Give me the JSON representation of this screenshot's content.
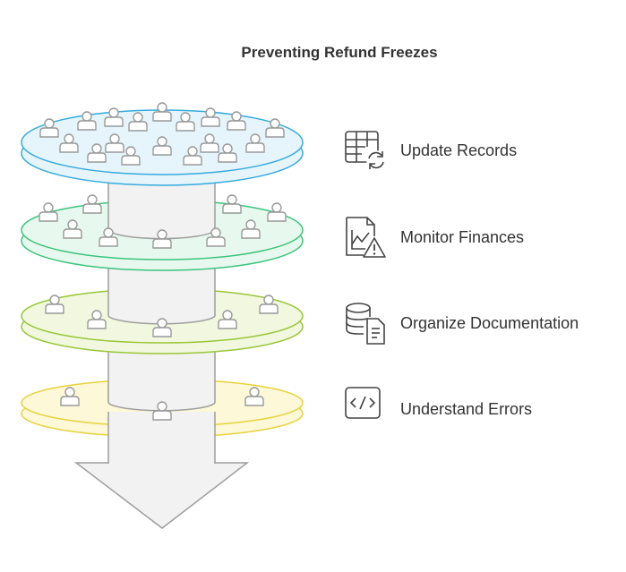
{
  "title": "Preventing Refund Freezes",
  "levels": [
    {
      "label": "Update Records",
      "icon": "table-refresh-icon",
      "color": "#36aadd",
      "fill": "#e6f5fc"
    },
    {
      "label": "Monitor Finances",
      "icon": "chart-warning-icon",
      "color": "#3cc47c",
      "fill": "#e7f8ee"
    },
    {
      "label": "Organize Documentation",
      "icon": "database-document-icon",
      "color": "#9ac63a",
      "fill": "#f1f8df"
    },
    {
      "label": "Understand Errors",
      "icon": "code-window-icon",
      "color": "#e8d23c",
      "fill": "#fcf8d8"
    }
  ]
}
